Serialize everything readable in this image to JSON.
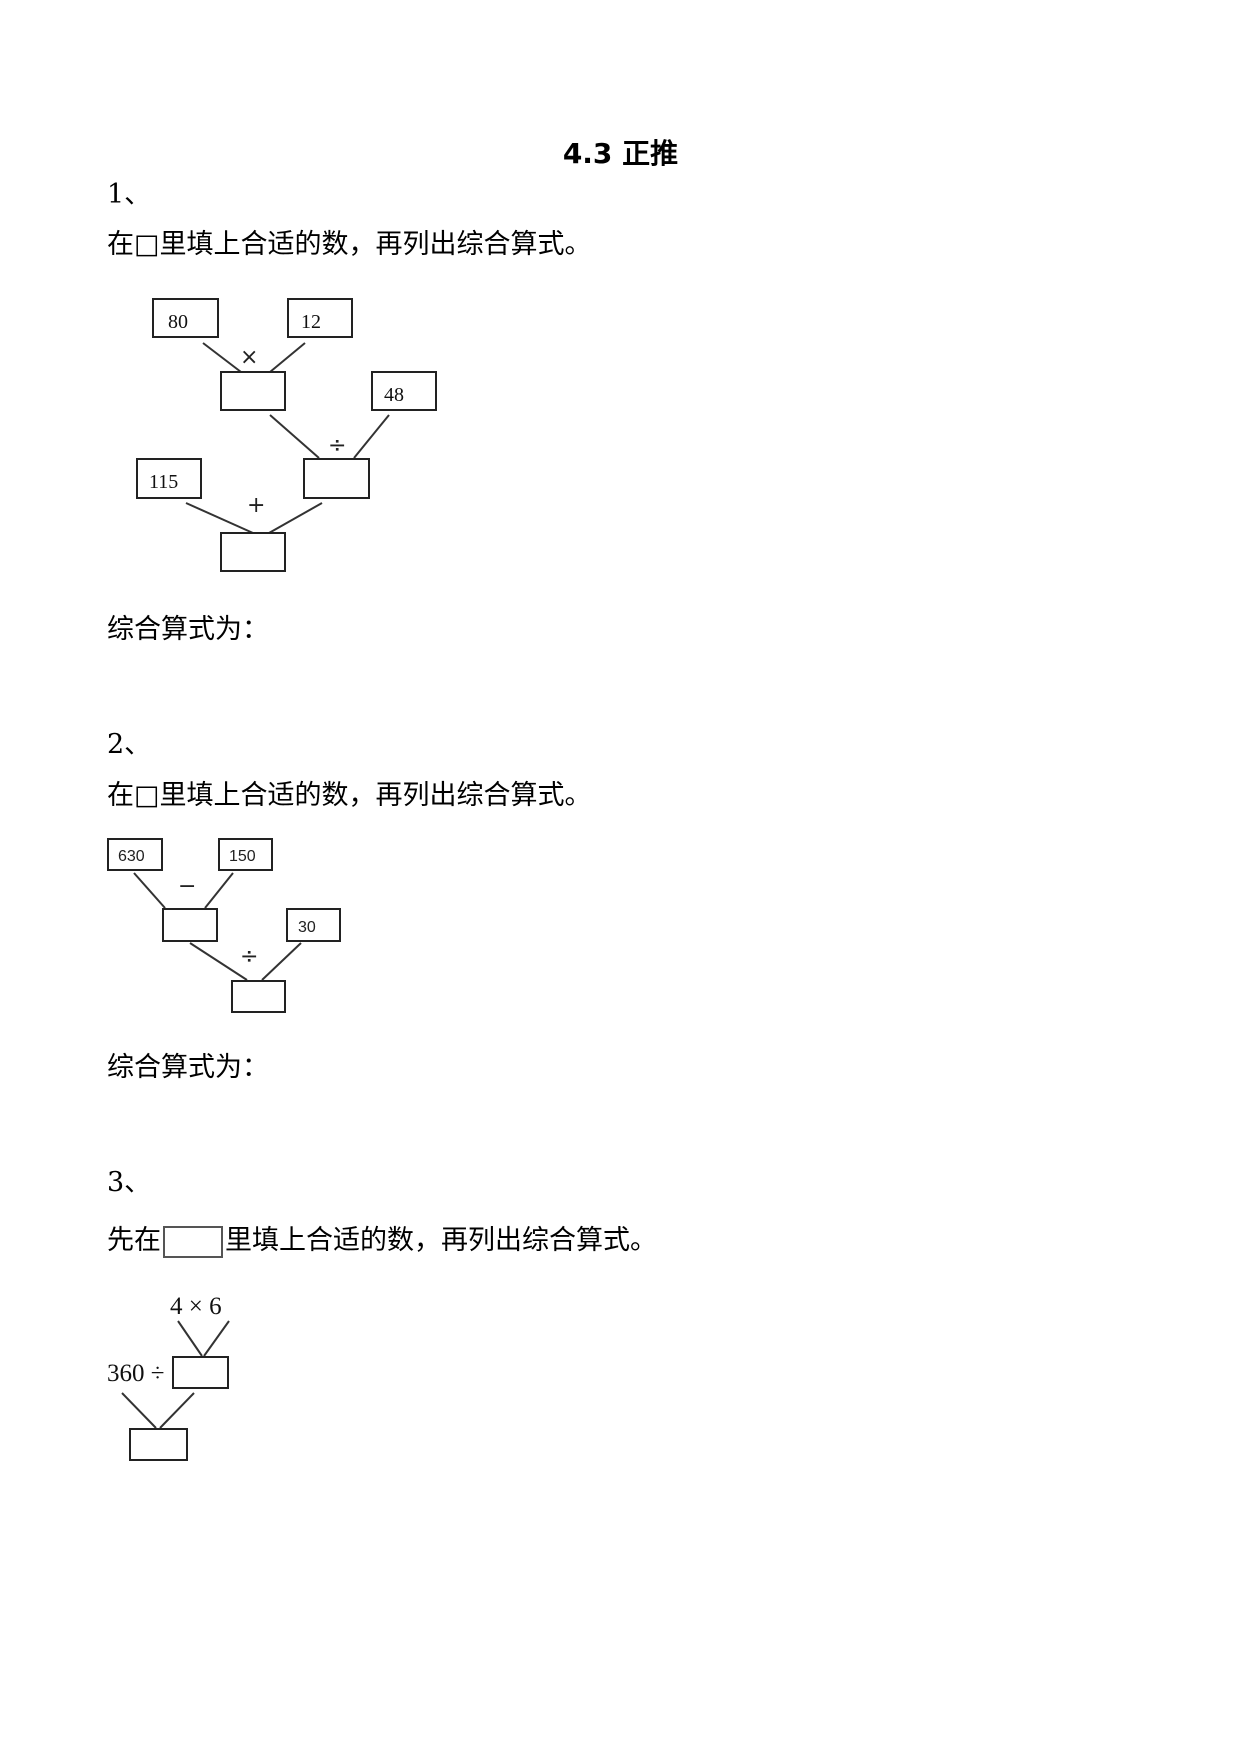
{
  "title": "4.3 正推",
  "q1": {
    "number": "1、",
    "instruction": "在□里填上合适的数，再列出综合算式。",
    "a": "80",
    "b": "12",
    "op1": "×",
    "c": "48",
    "op2": "÷",
    "d": "115",
    "op3": "+",
    "answer_label": "综合算式为："
  },
  "q2": {
    "number": "2、",
    "instruction": "在□里填上合适的数，再列出综合算式。",
    "a": "630",
    "b": "150",
    "op1": "−",
    "c": "30",
    "op2": "÷",
    "answer_label": "综合算式为："
  },
  "q3": {
    "number": "3、",
    "instruction_pre": "先在",
    "instruction_post": "里填上合适的数，再列出综合算式。",
    "expr_top": "4 × 6",
    "expr_left": "360 ÷"
  }
}
